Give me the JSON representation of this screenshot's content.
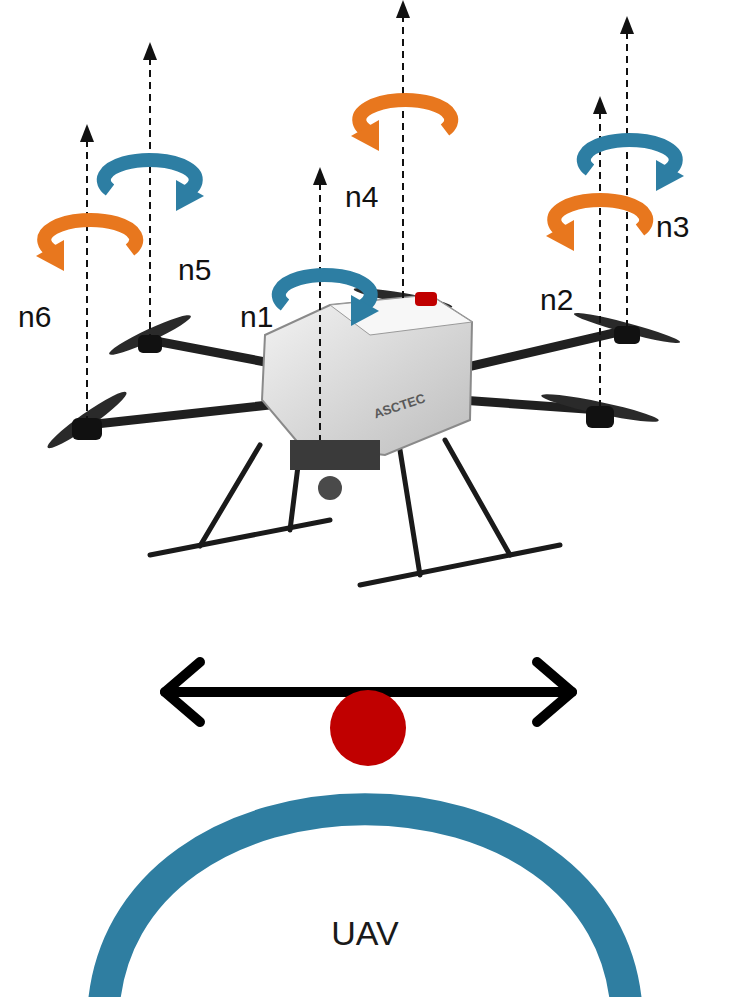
{
  "diagram": {
    "nodes": [
      {
        "text": [
          "UAV"
        ]
      }
    ],
    "labels": [
      "n4",
      "n3",
      "n5",
      "n6",
      "n1",
      "n2",
      "ASCTEC"
    ]
  }
}
